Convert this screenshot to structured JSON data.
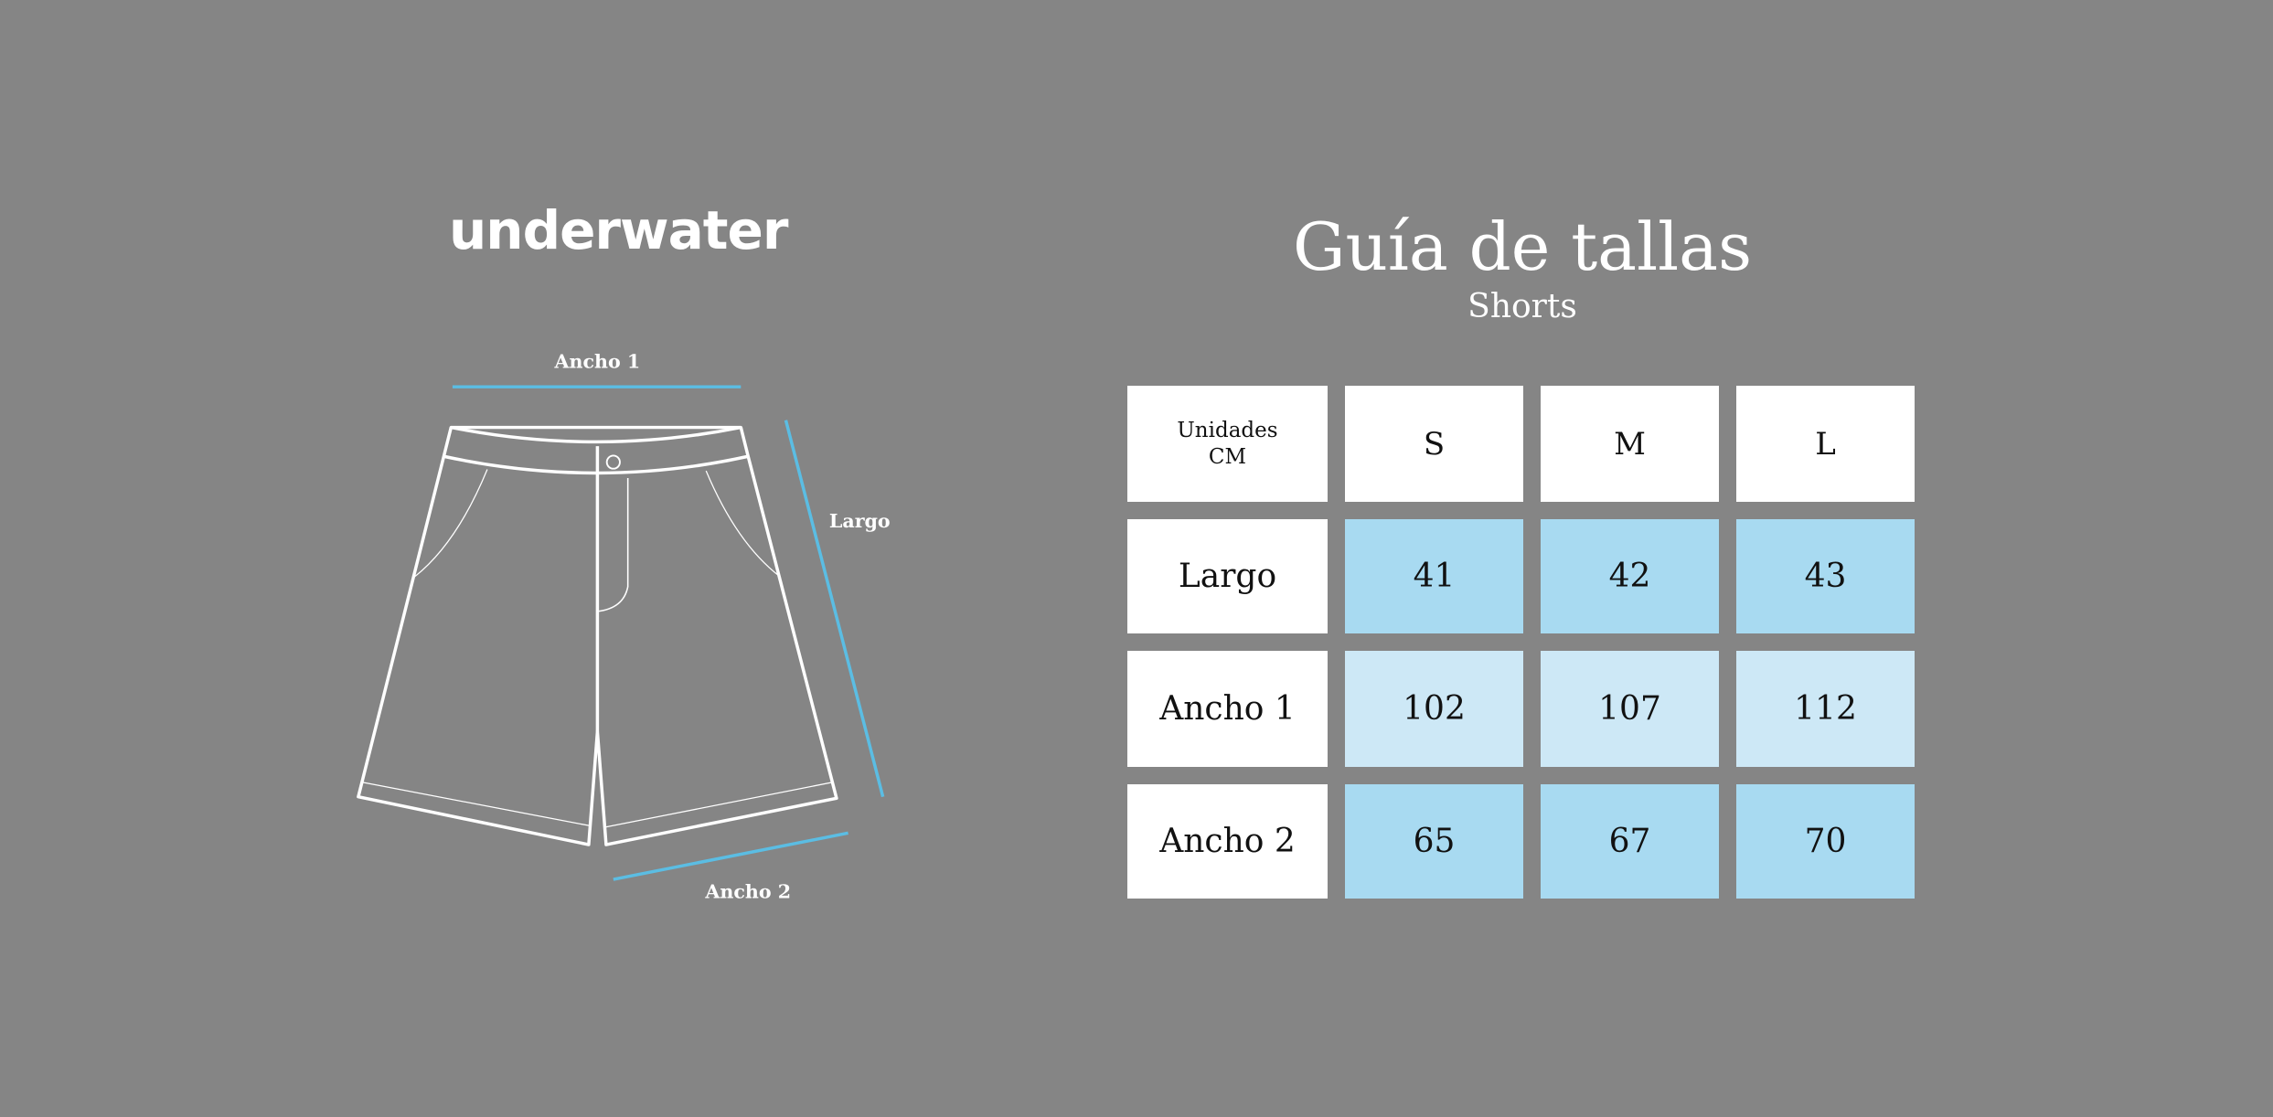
{
  "brand": {
    "logo": "underwater"
  },
  "header": {
    "title": "Guía de tallas",
    "subtitle": "Shorts"
  },
  "diagram": {
    "labels": {
      "ancho1": "Ancho 1",
      "largo": "Largo",
      "ancho2": "Ancho 2"
    },
    "colors": {
      "measure_line": "#5bbde3",
      "outline": "#ffffff"
    }
  },
  "table": {
    "units_line1": "Unidades",
    "units_line2": "CM",
    "sizes": [
      "S",
      "M",
      "L"
    ],
    "rows": [
      {
        "label": "Largo",
        "values": [
          "41",
          "42",
          "43"
        ]
      },
      {
        "label": "Ancho 1",
        "values": [
          "102",
          "107",
          "112"
        ]
      },
      {
        "label": "Ancho 2",
        "values": [
          "65",
          "67",
          "70"
        ]
      }
    ],
    "colors": {
      "dark_row": "#a8daf1",
      "light_row": "#cde8f6",
      "header": "#ffffff"
    }
  }
}
